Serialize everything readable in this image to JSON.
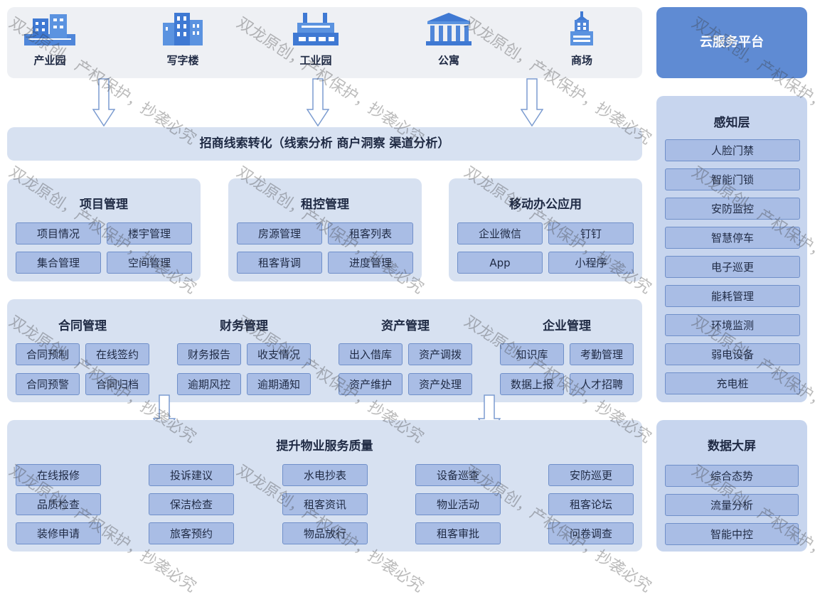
{
  "sites": [
    {
      "label": "产业园",
      "icon": "industrial-park-icon"
    },
    {
      "label": "写字楼",
      "icon": "office-building-icon"
    },
    {
      "label": "工业园",
      "icon": "factory-icon"
    },
    {
      "label": "公寓",
      "icon": "apartment-icon"
    },
    {
      "label": "商场",
      "icon": "mall-icon"
    }
  ],
  "cloud": {
    "title": "云服务平台"
  },
  "lead": {
    "title": "招商线索转化（线索分析 商户洞察 渠道分析）"
  },
  "project": {
    "title": "项目管理",
    "items": [
      "项目情况",
      "楼宇管理",
      "集合管理",
      "空间管理"
    ]
  },
  "rent": {
    "title": "租控管理",
    "items": [
      "房源管理",
      "租客列表",
      "租客背调",
      "进度管理"
    ]
  },
  "mobile": {
    "title": "移动办公应用",
    "items": [
      "企业微信",
      "钉钉",
      "App",
      "小程序"
    ]
  },
  "contract": {
    "title": "合同管理",
    "items": [
      "合同预制",
      "在线签约",
      "合同预警",
      "合同归档"
    ]
  },
  "finance": {
    "title": "财务管理",
    "items": [
      "财务报告",
      "收支情况",
      "逾期风控",
      "逾期通知"
    ]
  },
  "asset": {
    "title": "资产管理",
    "items": [
      "出入借库",
      "资产调拨",
      "资产维护",
      "资产处理"
    ]
  },
  "enterprise": {
    "title": "企业管理",
    "items": [
      "知识库",
      "考勤管理",
      "数据上报",
      "人才招聘"
    ]
  },
  "service": {
    "title": "提升物业服务质量",
    "columns": [
      [
        "在线报修",
        "品质检查",
        "装修申请"
      ],
      [
        "投诉建议",
        "保洁检查",
        "旅客预约"
      ],
      [
        "水电抄表",
        "租客资讯",
        "物品放行"
      ],
      [
        "设备巡查",
        "物业活动",
        "租客审批"
      ],
      [
        "安防巡更",
        "租客论坛",
        "问卷调查"
      ]
    ]
  },
  "perception": {
    "title": "感知层",
    "items": [
      "人脸门禁",
      "智能门锁",
      "安防监控",
      "智慧停车",
      "电子巡更",
      "能耗管理",
      "环境监测",
      "弱电设备",
      "充电桩"
    ]
  },
  "bigscreen": {
    "title": "数据大屏",
    "items": [
      "综合态势",
      "流量分析",
      "智能中控"
    ]
  },
  "watermark": {
    "text": "双龙原创，产权保护，抄袭必究"
  },
  "colors": {
    "chip": "#a9bde5",
    "chip_border": "#6f8fc9",
    "panel": "#d7e1f1",
    "cloud": "#5f8bd3",
    "top_panel": "#eef0f4"
  }
}
